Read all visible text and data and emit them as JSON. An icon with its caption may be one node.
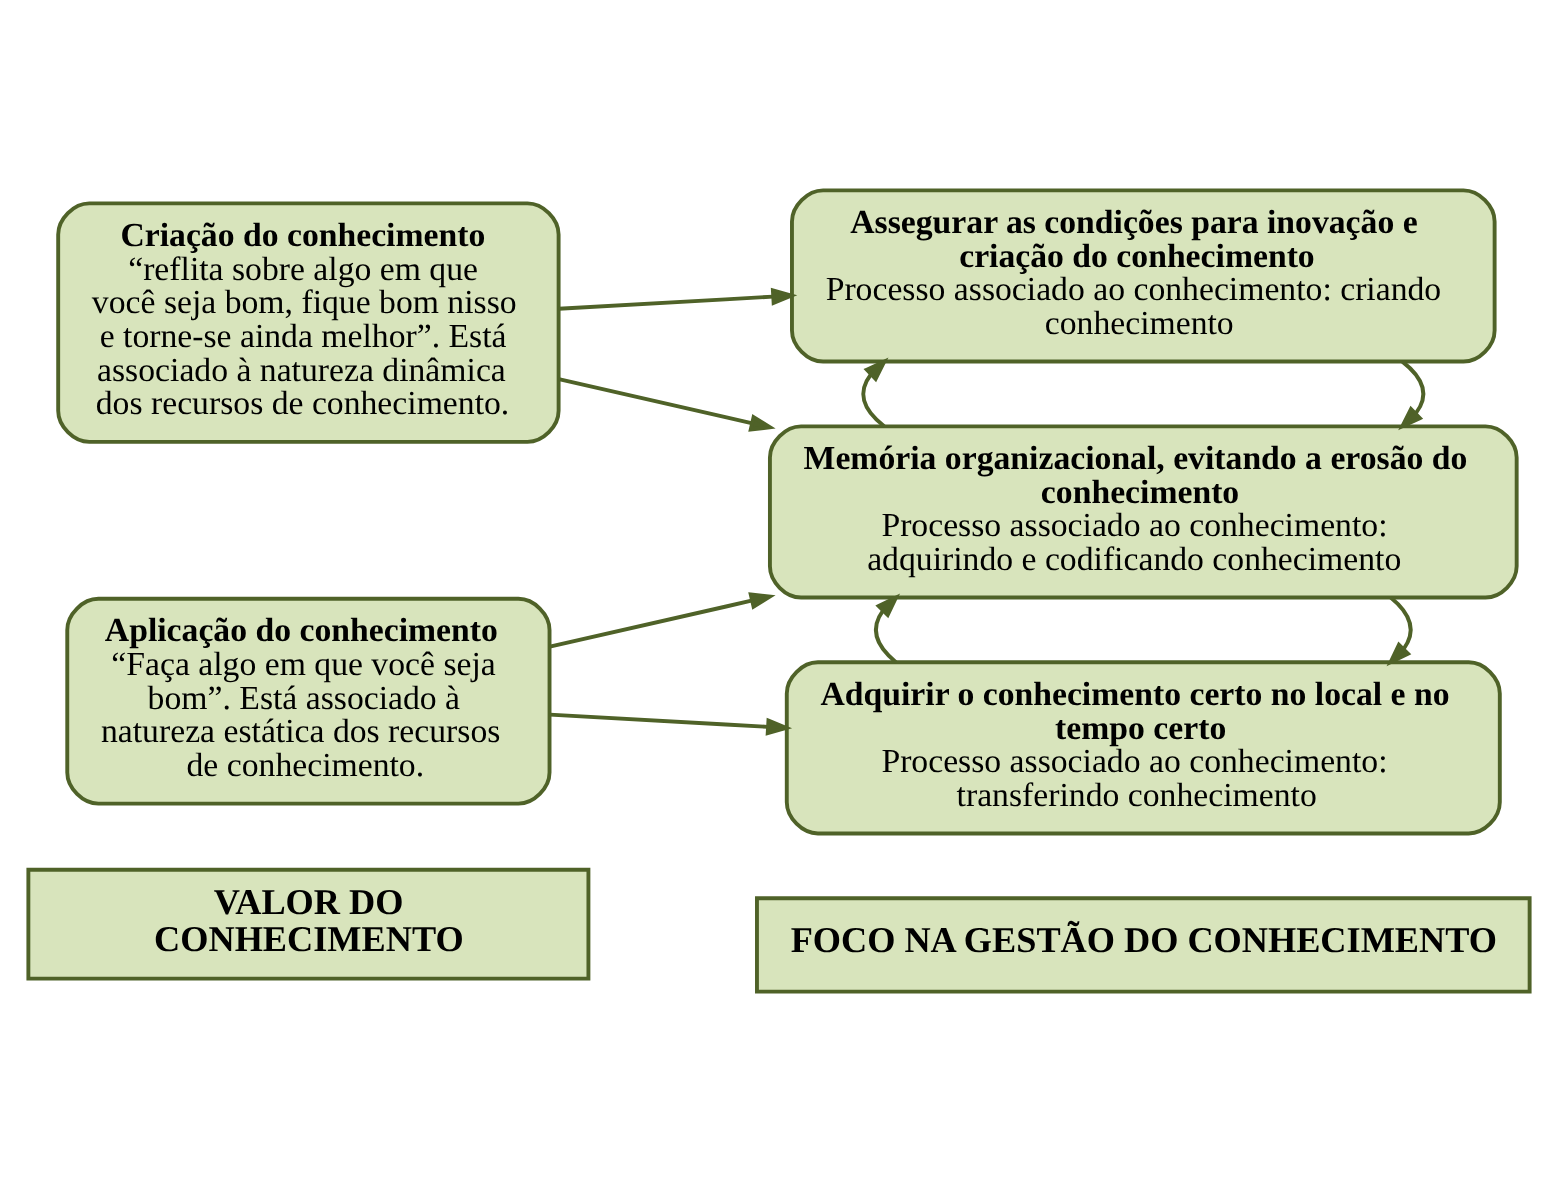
{
  "diagram": {
    "nodes": [
      {
        "text": [
          "VALOR DO CONHECIMENTO"
        ]
      },
      {
        "text": [
          "FOCO NA GESTÃO DO CONHECIMENTO"
        ]
      },
      {
        "text": [
          "Aplicação do conhecimento",
          "“Faça algo em que você seja bom”. Está associado à natureza estática dos recursos de conhecimento."
        ]
      },
      {
        "text": [
          "Criação do conhecimento",
          "“reflita sobre algo em que você seja bom, fique bom nisso e torne-se ainda melhor”. Está associado à natureza dinâmica dos recursos de conhecimento."
        ]
      },
      {
        "text": [
          "Adquirir o conhecimento certo no local e no tempo certo",
          "Processo associado ao conhecimento: transferindo conhecimento"
        ]
      },
      {
        "text": [
          "Memória organizacional, evitando a erosão do conhecimento",
          "Processo associado ao conhecimento: adquirindo e codificando conhecimento"
        ]
      },
      {
        "text": [
          "Assegurar as condições para inovação e criação do conhecimento",
          "Processo associado ao conhecimento: criando conhecimento"
        ]
      }
    ],
    "edges": [
      {
        "from": 2,
        "to": 4,
        "arrow": "to"
      },
      {
        "from": 2,
        "to": 5,
        "arrow": "to"
      },
      {
        "from": 3,
        "to": 5,
        "arrow": "to"
      },
      {
        "from": 3,
        "to": 6,
        "arrow": "to"
      },
      {
        "from": 5,
        "to": 4,
        "arrow": "to"
      },
      {
        "from": 4,
        "to": 5,
        "arrow": "to"
      },
      {
        "from": 6,
        "to": 5,
        "arrow": "to"
      },
      {
        "from": 5,
        "to": 6,
        "arrow": "to"
      }
    ]
  }
}
